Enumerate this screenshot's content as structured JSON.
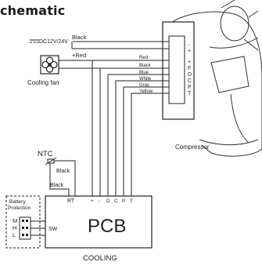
{
  "title": "chematic",
  "power": {
    "supply": "DC12V/24V",
    "neg_label": "Black",
    "pos_label": "+Red"
  },
  "fan": {
    "label": "Cooling fan",
    "wire_labels": [
      "Red",
      "Black"
    ]
  },
  "compressor": {
    "label": "Compressor",
    "terminals": [
      "-",
      "+",
      "+",
      "F",
      "D",
      "C",
      "P",
      "T"
    ],
    "wire_labels": [
      "Blue",
      "White",
      "Gray",
      "Yellow"
    ]
  },
  "ntc": {
    "label": "NTC",
    "wire_labels": [
      "Black",
      "Black"
    ]
  },
  "pcb": {
    "label": "PCB",
    "rt_label": "RT",
    "sw_label": "SW",
    "pins": [
      "+",
      "-",
      "D",
      "C",
      "P",
      "T"
    ]
  },
  "battery_protection": {
    "label_line1": "Battery",
    "label_line2": "Protection",
    "levels": [
      "M",
      "H",
      "L"
    ]
  },
  "caption": "COOLING"
}
